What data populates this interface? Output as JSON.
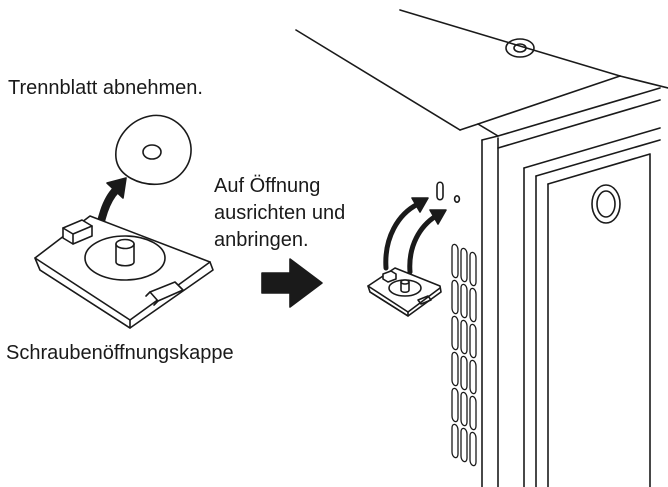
{
  "labels": {
    "remove_backing": "Trennblatt abnehmen.",
    "align_line1": "Auf Öffnung",
    "align_line2": "ausrichten und",
    "align_line3": "anbringen.",
    "screw_cap": "Schraubenöffnungskappe"
  },
  "colors": {
    "ink": "#1a1a1a",
    "paper": "#ffffff"
  },
  "icons": {
    "step_arrow": "right-arrow-icon",
    "peel_arrow": "curved-up-arrow-icon"
  }
}
